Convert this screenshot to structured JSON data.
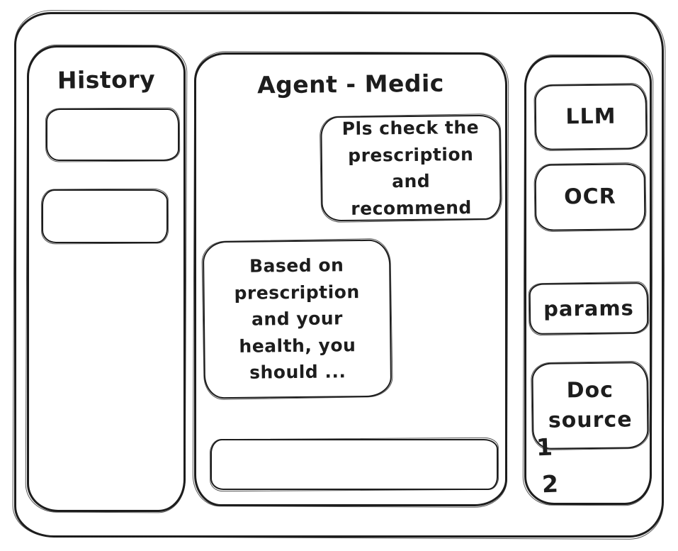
{
  "frame": {
    "background": "#ffffff",
    "stroke_color": "#1d1d1d"
  },
  "history_panel": {
    "title": "History",
    "items": [
      {
        "label": ""
      },
      {
        "label": ""
      }
    ]
  },
  "chat_panel": {
    "title": "Agent - Medic",
    "messages": [
      {
        "role": "user",
        "text": "Pls check the prescription and recommend"
      },
      {
        "role": "agent",
        "text": "Based on prescription and your health, you should ..."
      }
    ],
    "input": {
      "value": "",
      "placeholder": ""
    }
  },
  "tools_panel": {
    "buttons": [
      {
        "label": "LLM"
      },
      {
        "label": "OCR"
      },
      {
        "label": "params"
      },
      {
        "label": "Doc source"
      }
    ],
    "annotations": [
      {
        "label": "1"
      },
      {
        "label": "2"
      }
    ]
  }
}
